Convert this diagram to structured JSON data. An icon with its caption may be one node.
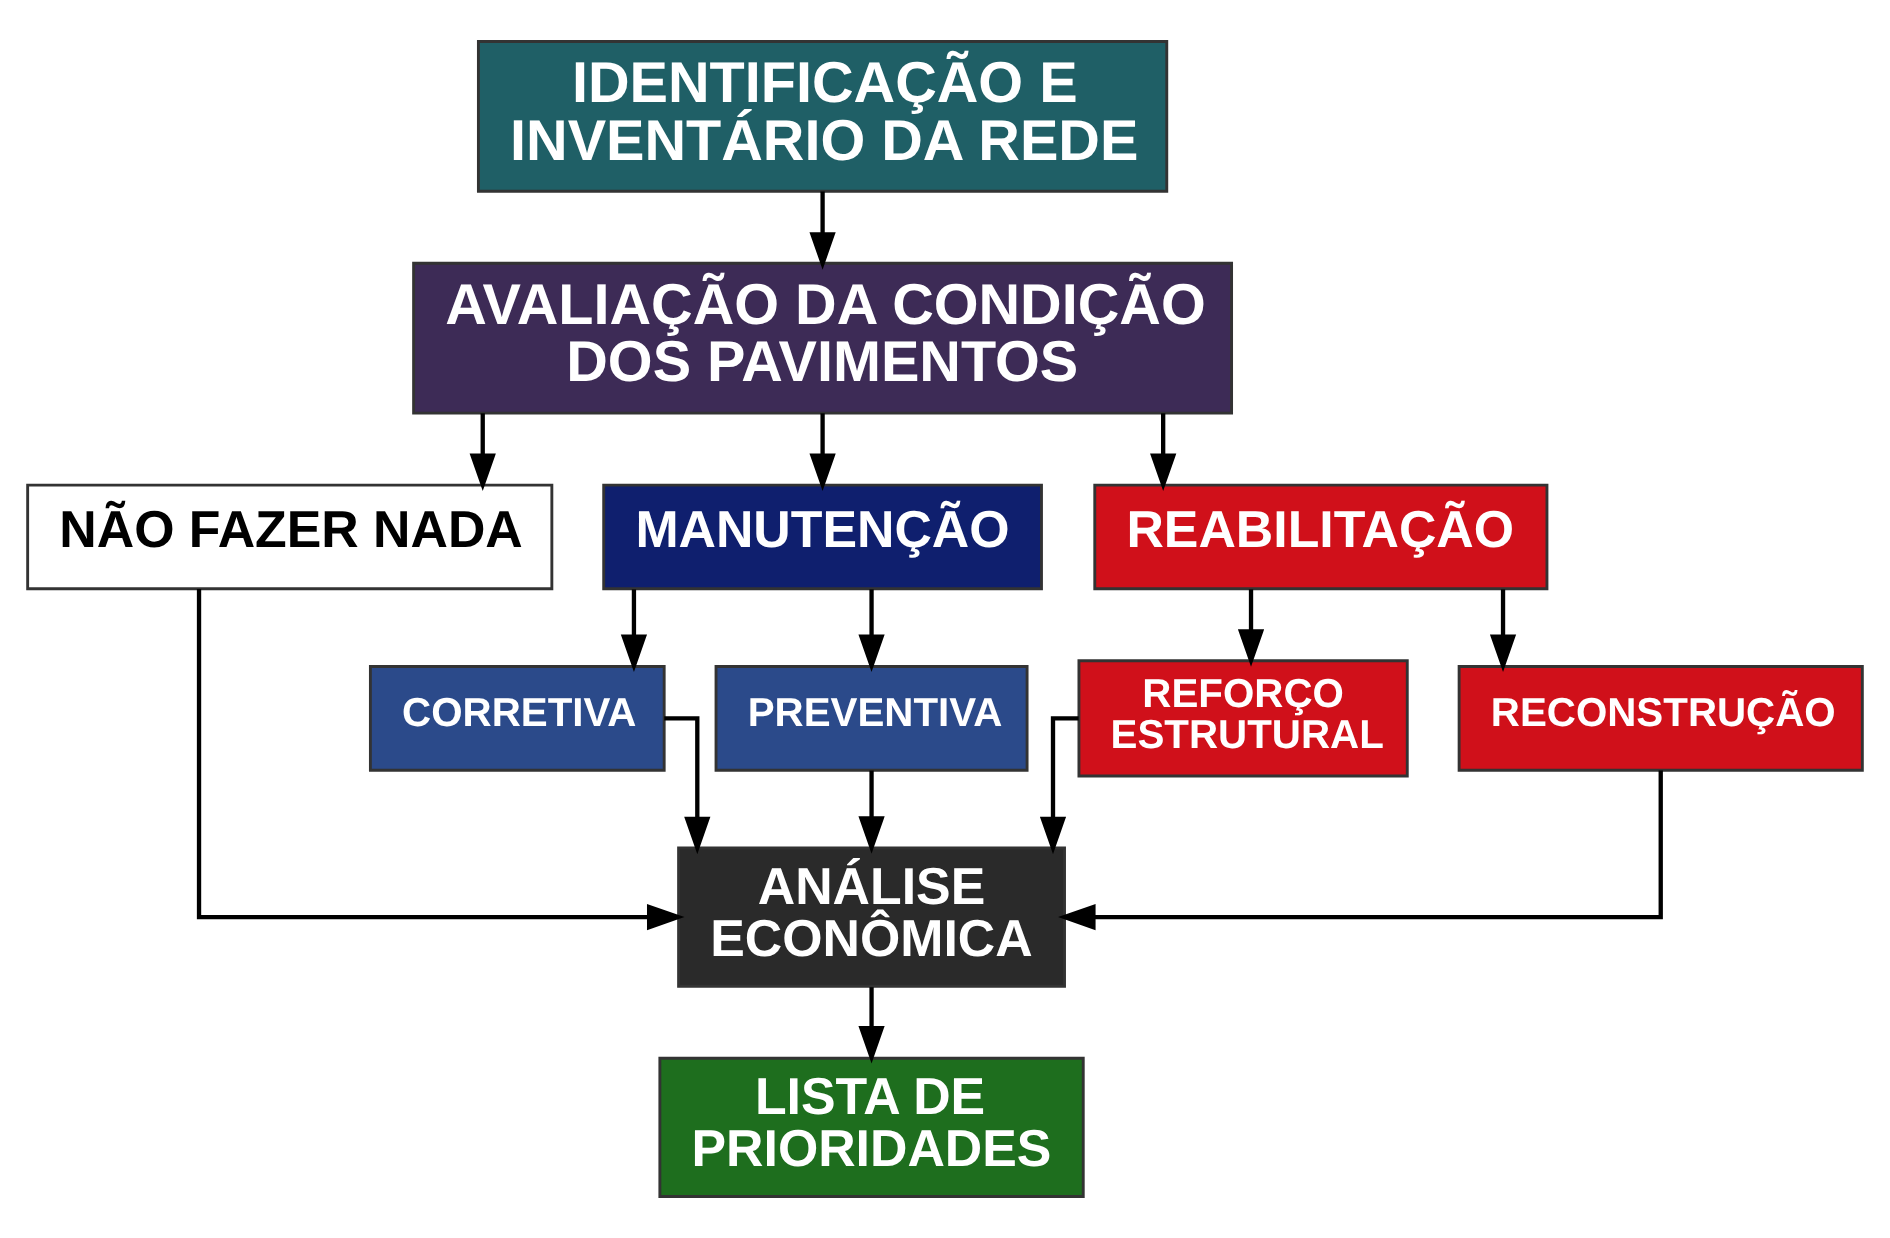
{
  "diagram": {
    "nodes": [
      {
        "text": [
          "IDENTIFICAÇÃO E INVENTÁRIO DA REDE"
        ]
      },
      {
        "text": [
          "AVALIAÇÃO DA CONDIÇÃO DOS PAVIMENTOS"
        ]
      },
      {
        "text": [
          "NÃO FAZER NADA"
        ]
      },
      {
        "text": [
          "MANUTENÇÃO"
        ]
      },
      {
        "text": [
          "REABILITAÇÃO"
        ]
      },
      {
        "text": [
          "CORRETIVA"
        ]
      },
      {
        "text": [
          "PREVENTIVA"
        ]
      },
      {
        "text": [
          "REFORÇO ESTRUTURAL"
        ]
      },
      {
        "text": [
          "RECONSTRUÇÃO"
        ]
      },
      {
        "text": [
          "ANÁLISE ECONÔMICA"
        ]
      },
      {
        "text": [
          "LISTA DE PRIORIDADES"
        ]
      }
    ],
    "edges": [
      {
        "from": 0,
        "to": 1,
        "arrow": "to"
      },
      {
        "from": 1,
        "to": 2,
        "arrow": "to"
      },
      {
        "from": 1,
        "to": 3,
        "arrow": "to"
      },
      {
        "from": 1,
        "to": 4,
        "arrow": "to"
      },
      {
        "from": 3,
        "to": 5,
        "arrow": "to"
      },
      {
        "from": 3,
        "to": 6,
        "arrow": "to"
      },
      {
        "from": 4,
        "to": 7,
        "arrow": "to"
      },
      {
        "from": 4,
        "to": 8,
        "arrow": "to"
      },
      {
        "from": 2,
        "to": 9,
        "arrow": "to"
      },
      {
        "from": 5,
        "to": 9,
        "arrow": "to"
      },
      {
        "from": 6,
        "to": 9,
        "arrow": "to"
      },
      {
        "from": 7,
        "to": 9,
        "arrow": "to"
      },
      {
        "from": 8,
        "to": 9,
        "arrow": "to"
      },
      {
        "from": 9,
        "to": 10,
        "arrow": "to"
      }
    ]
  }
}
